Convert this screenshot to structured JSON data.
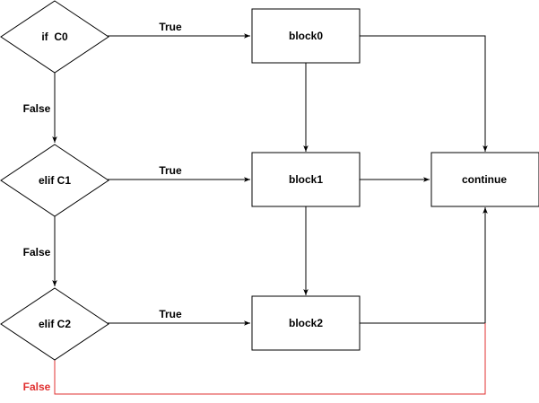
{
  "diagram": {
    "nodes": {
      "cond0": "if  C0",
      "cond1": "elif C1",
      "cond2": "elif C2",
      "block0": "block0",
      "block1": "block1",
      "block2": "block2",
      "continue": "continue"
    },
    "edge_labels": {
      "c0_true": "True",
      "c1_true": "True",
      "c2_true": "True",
      "c0_false": "False",
      "c1_false": "False",
      "c2_false": "False"
    },
    "colors": {
      "line": "#000000",
      "false_path": "#e03030",
      "fill": "#ffffff"
    }
  }
}
